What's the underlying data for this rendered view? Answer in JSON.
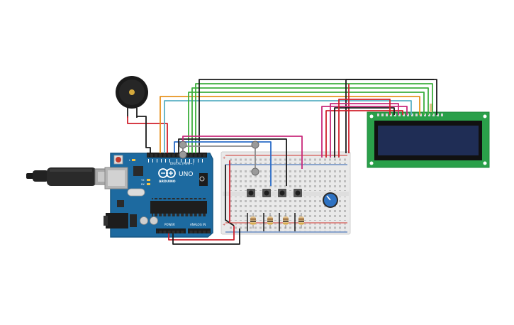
{
  "canvas": {
    "background": "#ffffff"
  },
  "arduino": {
    "brand": "ARDUINO",
    "model": "UNO",
    "digital_header": "DIGITAL (PWM~)",
    "power_header": "POWER",
    "analog_header": "ANALOG IN",
    "led_labels": [
      "L",
      "TX",
      "RX"
    ],
    "board_color": "#1d6aa0"
  },
  "breadboard": {
    "body_color": "#e8e8e8",
    "rail_red": "#d0342c",
    "rail_blue": "#2a5fb0"
  },
  "lcd": {
    "type": "16x2",
    "pcb_color": "#2aa04a",
    "screen_color": "#1f2d55"
  },
  "components": {
    "buzzer": "piezo-buzzer",
    "pushbuttons": 4,
    "resistors": 4,
    "potentiometer": "rotary"
  },
  "wire_colors": {
    "red": "#d0202c",
    "black": "#1a1a1a",
    "green": "#3cae3c",
    "orange": "#e8921e",
    "cyan": "#5ab0c4",
    "magenta": "#c8287a",
    "blue": "#2a6cc8"
  }
}
